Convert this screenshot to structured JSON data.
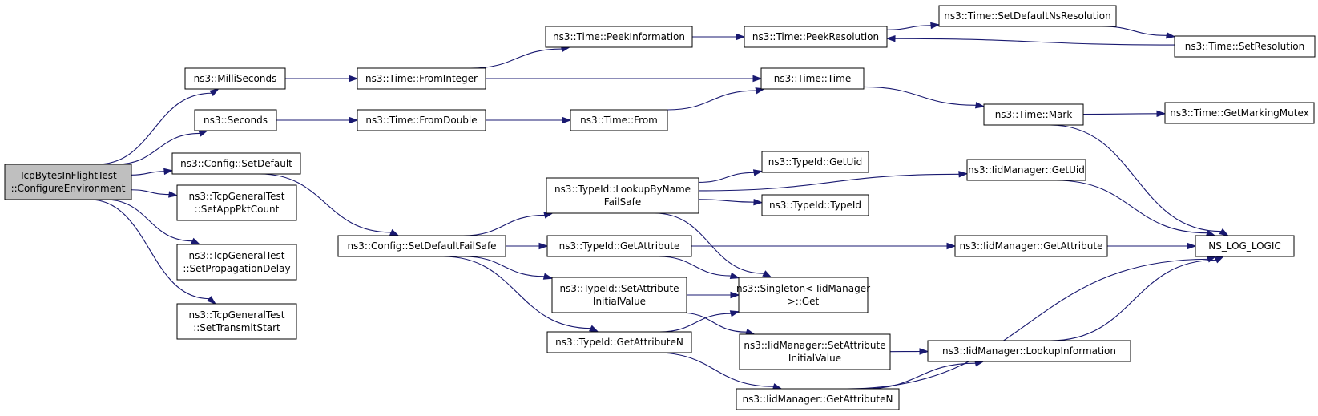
{
  "colors": {
    "edge": "#191970",
    "root_fill": "#bfbfbf",
    "node_fill": "#ffffff"
  },
  "nodes": [
    {
      "id": "root",
      "lines": [
        "TcpBytesInFlightTest",
        "::ConfigureEnvironment"
      ],
      "root": true
    },
    {
      "id": "milli",
      "lines": [
        "ns3::MilliSeconds"
      ]
    },
    {
      "id": "seconds",
      "lines": [
        "ns3::Seconds"
      ]
    },
    {
      "id": "cfgSetDefault",
      "lines": [
        "ns3::Config::SetDefault"
      ]
    },
    {
      "id": "setAppPkt",
      "lines": [
        "ns3::TcpGeneralTest",
        "::SetAppPktCount"
      ]
    },
    {
      "id": "setProp",
      "lines": [
        "ns3::TcpGeneralTest",
        "::SetPropagationDelay"
      ]
    },
    {
      "id": "setTransmit",
      "lines": [
        "ns3::TcpGeneralTest",
        "::SetTransmitStart"
      ]
    },
    {
      "id": "fromInteger",
      "lines": [
        "ns3::Time::FromInteger"
      ]
    },
    {
      "id": "fromDouble",
      "lines": [
        "ns3::Time::FromDouble"
      ]
    },
    {
      "id": "cfgSetDefaultFS",
      "lines": [
        "ns3::Config::SetDefaultFailSafe"
      ]
    },
    {
      "id": "peekInfo",
      "lines": [
        "ns3::Time::PeekInformation"
      ]
    },
    {
      "id": "timeFrom",
      "lines": [
        "ns3::Time::From"
      ]
    },
    {
      "id": "lookupByName",
      "lines": [
        "ns3::TypeId::LookupByName",
        "FailSafe"
      ]
    },
    {
      "id": "getAttribute",
      "lines": [
        "ns3::TypeId::GetAttribute"
      ]
    },
    {
      "id": "setAttrInit",
      "lines": [
        "ns3::TypeId::SetAttribute",
        "InitialValue"
      ]
    },
    {
      "id": "getAttributeN",
      "lines": [
        "ns3::TypeId::GetAttributeN"
      ]
    },
    {
      "id": "peekRes",
      "lines": [
        "ns3::Time::PeekResolution"
      ]
    },
    {
      "id": "timeTime",
      "lines": [
        "ns3::Time::Time"
      ]
    },
    {
      "id": "typeIdGetUid",
      "lines": [
        "ns3::TypeId::GetUid"
      ]
    },
    {
      "id": "typeIdTypeId",
      "lines": [
        "ns3::TypeId::TypeId"
      ]
    },
    {
      "id": "singletonGet",
      "lines": [
        "ns3::Singleton< IidManager",
        ">::Get"
      ]
    },
    {
      "id": "iidSetAttrInit",
      "lines": [
        "ns3::IidManager::SetAttribute",
        "InitialValue"
      ]
    },
    {
      "id": "iidGetAttrN",
      "lines": [
        "ns3::IidManager::GetAttributeN"
      ]
    },
    {
      "id": "setDefaultNs",
      "lines": [
        "ns3::Time::SetDefaultNsResolution"
      ]
    },
    {
      "id": "timeMark",
      "lines": [
        "ns3::Time::Mark"
      ]
    },
    {
      "id": "iidGetUid",
      "lines": [
        "ns3::IidManager::GetUid"
      ]
    },
    {
      "id": "iidGetAttr",
      "lines": [
        "ns3::IidManager::GetAttribute"
      ]
    },
    {
      "id": "iidLookupInfo",
      "lines": [
        "ns3::IidManager::LookupInformation"
      ]
    },
    {
      "id": "setRes",
      "lines": [
        "ns3::Time::SetResolution"
      ]
    },
    {
      "id": "getMarkingMutex",
      "lines": [
        "ns3::Time::GetMarkingMutex"
      ]
    },
    {
      "id": "nsLogLogic",
      "lines": [
        "NS_LOG_LOGIC"
      ]
    }
  ],
  "edges": [
    [
      "root",
      "milli"
    ],
    [
      "root",
      "seconds"
    ],
    [
      "root",
      "cfgSetDefault"
    ],
    [
      "root",
      "setAppPkt"
    ],
    [
      "root",
      "setProp"
    ],
    [
      "root",
      "setTransmit"
    ],
    [
      "milli",
      "fromInteger"
    ],
    [
      "seconds",
      "fromDouble"
    ],
    [
      "cfgSetDefault",
      "cfgSetDefaultFS"
    ],
    [
      "fromInteger",
      "peekInfo"
    ],
    [
      "fromInteger",
      "timeTime"
    ],
    [
      "fromDouble",
      "timeFrom"
    ],
    [
      "timeFrom",
      "timeTime"
    ],
    [
      "peekInfo",
      "peekRes"
    ],
    [
      "peekRes",
      "setDefaultNs"
    ],
    [
      "setDefaultNs",
      "setRes"
    ],
    [
      "setRes",
      "peekRes"
    ],
    [
      "timeTime",
      "timeMark"
    ],
    [
      "timeMark",
      "getMarkingMutex"
    ],
    [
      "timeMark",
      "nsLogLogic"
    ],
    [
      "cfgSetDefaultFS",
      "lookupByName"
    ],
    [
      "cfgSetDefaultFS",
      "getAttribute"
    ],
    [
      "cfgSetDefaultFS",
      "setAttrInit"
    ],
    [
      "cfgSetDefaultFS",
      "getAttributeN"
    ],
    [
      "lookupByName",
      "typeIdGetUid"
    ],
    [
      "lookupByName",
      "typeIdTypeId"
    ],
    [
      "lookupByName",
      "iidGetUid"
    ],
    [
      "lookupByName",
      "singletonGet"
    ],
    [
      "getAttribute",
      "singletonGet"
    ],
    [
      "getAttribute",
      "iidGetAttr"
    ],
    [
      "setAttrInit",
      "singletonGet"
    ],
    [
      "setAttrInit",
      "iidSetAttrInit"
    ],
    [
      "getAttributeN",
      "singletonGet"
    ],
    [
      "getAttributeN",
      "iidGetAttrN"
    ],
    [
      "iidGetUid",
      "nsLogLogic"
    ],
    [
      "iidGetAttr",
      "nsLogLogic"
    ],
    [
      "iidSetAttrInit",
      "iidLookupInfo"
    ],
    [
      "iidGetAttrN",
      "iidLookupInfo"
    ],
    [
      "iidGetAttrN",
      "nsLogLogic"
    ],
    [
      "iidLookupInfo",
      "nsLogLogic"
    ]
  ]
}
